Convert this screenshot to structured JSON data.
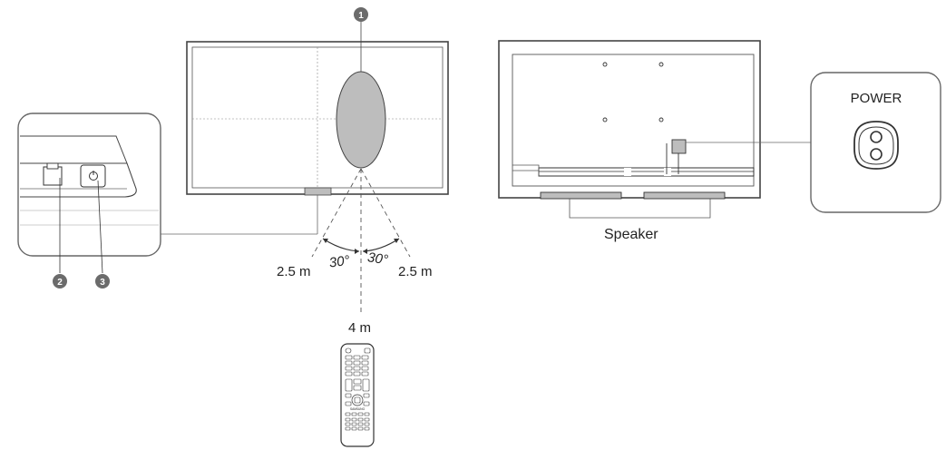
{
  "callouts": [
    "1",
    "2",
    "3"
  ],
  "angles": {
    "left": "30°",
    "right": "30°"
  },
  "distances": {
    "left": "2.5 m",
    "right": "2.5 m",
    "center": "4 m"
  },
  "speaker_label": "Speaker",
  "power_label": "POWER",
  "remote_brand": "SAMSUNG",
  "colors": {
    "line": "#444444",
    "fill": "#bdbdbd",
    "badge": "#6b6b6b"
  }
}
